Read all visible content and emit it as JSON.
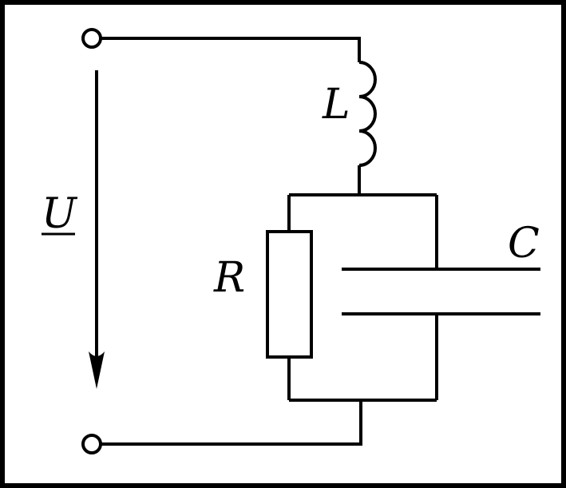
{
  "diagram": {
    "labels": {
      "voltage": "U",
      "inductor": "L",
      "resistor": "R",
      "capacitor": "C"
    },
    "colors": {
      "line": "#000000",
      "background": "#ffffff"
    }
  }
}
